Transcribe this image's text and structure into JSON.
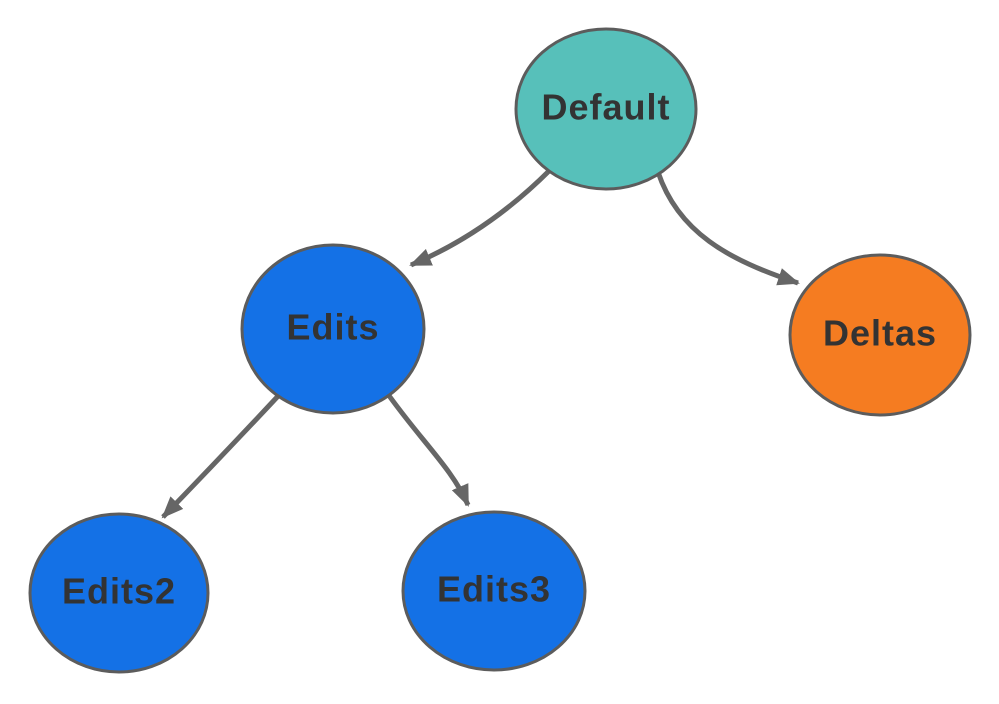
{
  "diagram": {
    "type": "tree",
    "background": "#ffffff",
    "node_border_color": "#5c5c5c",
    "arrow_color": "#666666",
    "text_color": "#333333",
    "nodes": [
      {
        "id": "default",
        "label": "Default",
        "color": "#57c0ba"
      },
      {
        "id": "edits",
        "label": "Edits",
        "color": "#1471e6"
      },
      {
        "id": "deltas",
        "label": "Deltas",
        "color": "#f57c21"
      },
      {
        "id": "edits2",
        "label": "Edits2",
        "color": "#1471e6"
      },
      {
        "id": "edits3",
        "label": "Edits3",
        "color": "#1471e6"
      }
    ],
    "edges": [
      {
        "from": "Default",
        "to": "Edits"
      },
      {
        "from": "Default",
        "to": "Deltas"
      },
      {
        "from": "Edits",
        "to": "Edits2"
      },
      {
        "from": "Edits",
        "to": "Edits3"
      }
    ]
  }
}
